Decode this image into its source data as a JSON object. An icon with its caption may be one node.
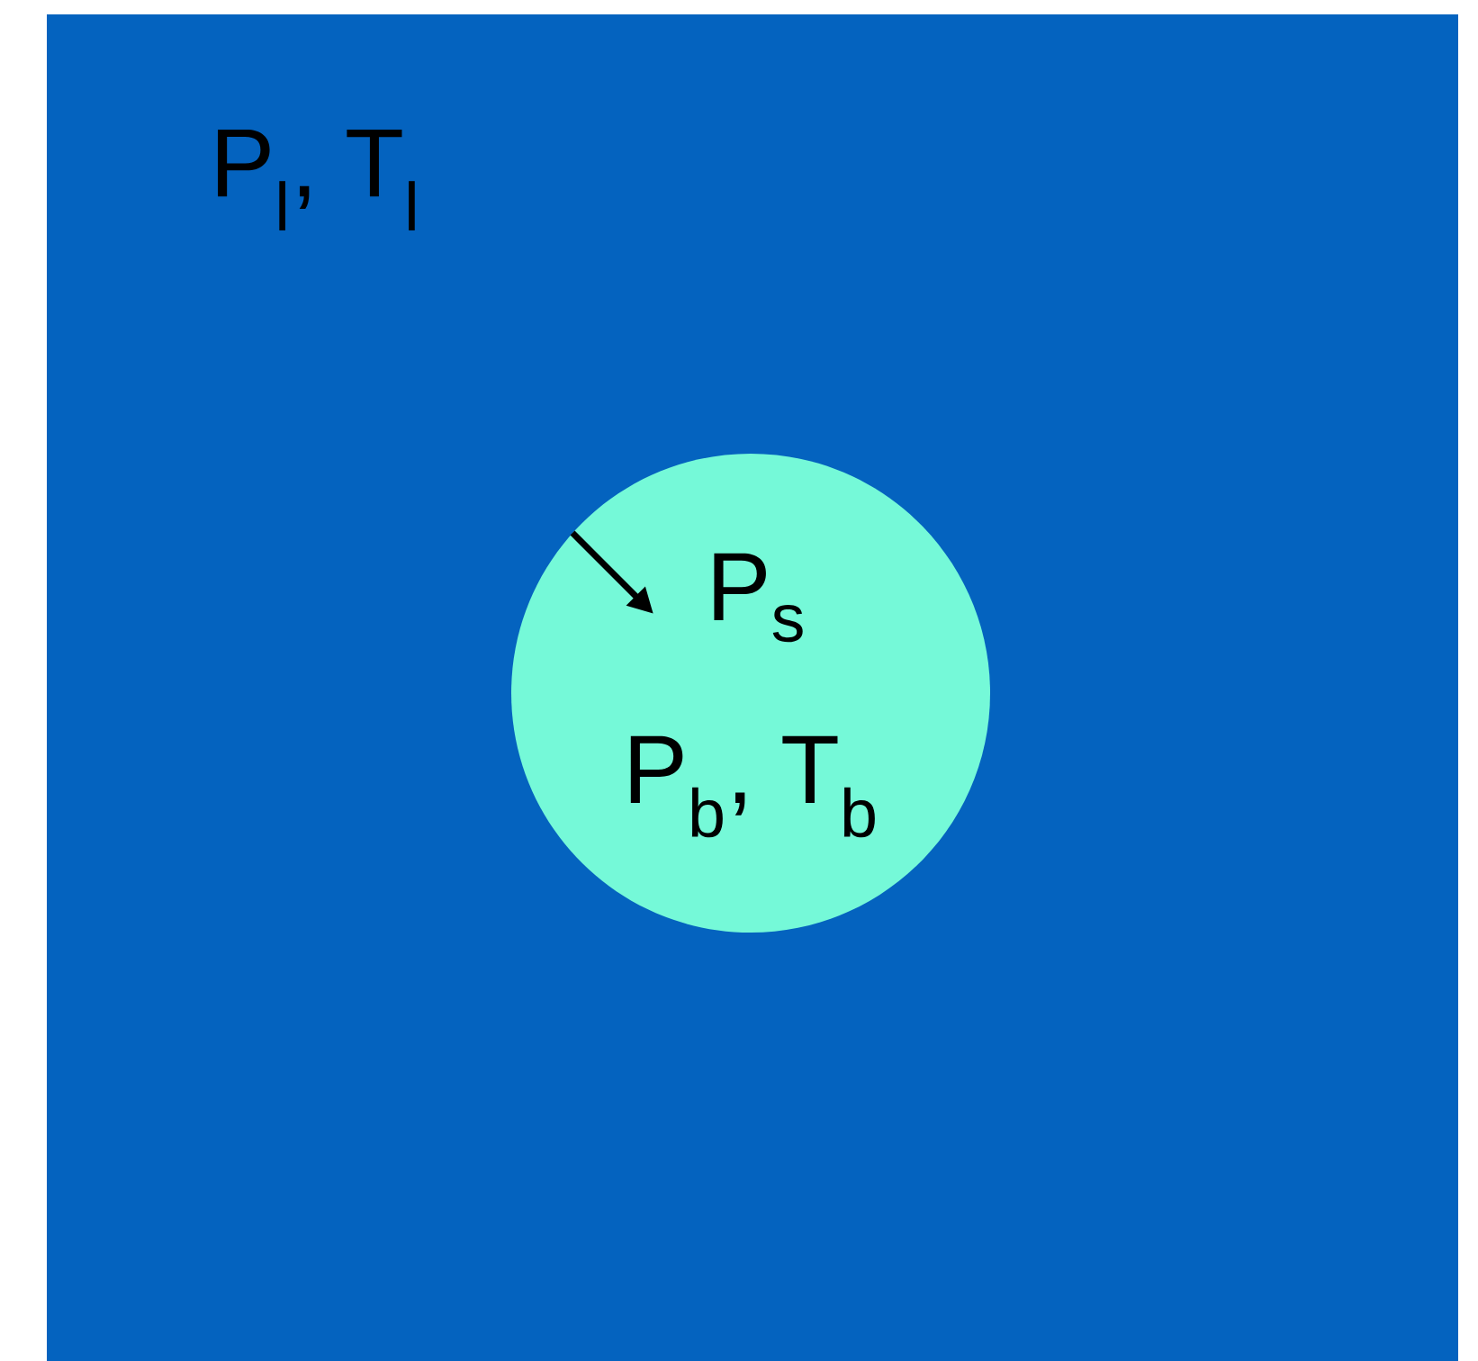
{
  "diagram": {
    "nodes": [
      {
        "text": [
          "P$_{l}$, T$_{l}$"
        ]
      },
      {
        "text": [
          "P$_{s}$",
          "P$_{b}$, T$_{b}$"
        ],
        "in": 0
      }
    ]
  }
}
